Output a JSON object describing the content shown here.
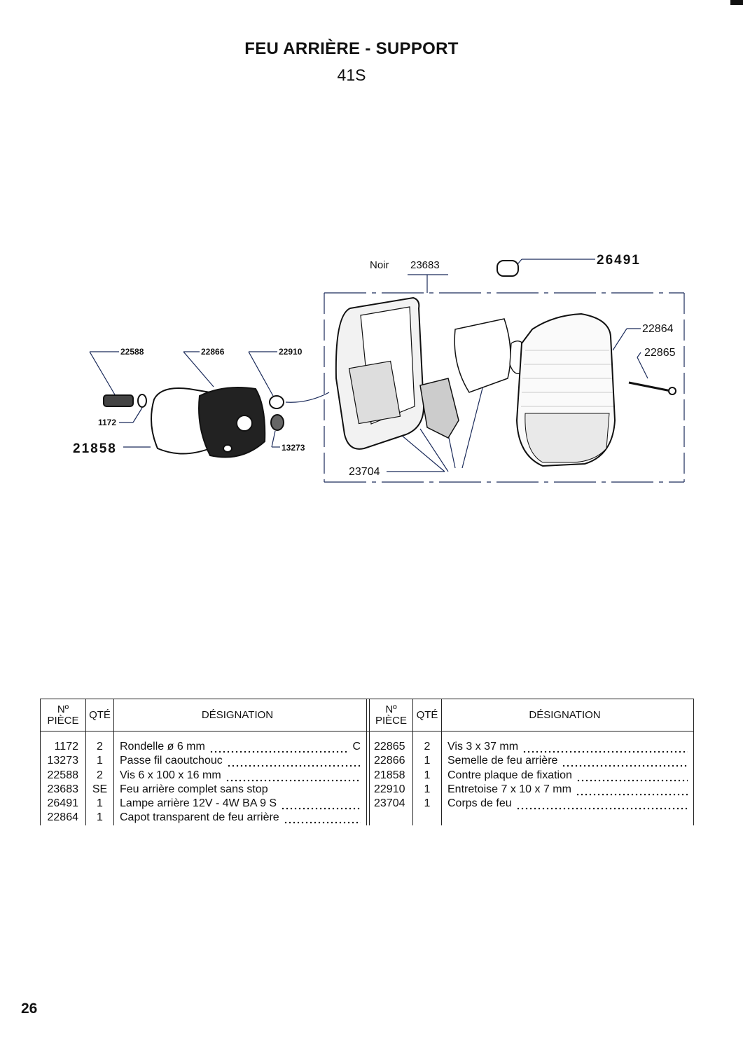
{
  "header": {
    "title": "FEU ARRIÈRE - SUPPORT",
    "model": "41S"
  },
  "diagram": {
    "labels": {
      "noir": "Noir",
      "p23683": "23683",
      "p26491": "26491",
      "p22864": "22864",
      "p22865": "22865",
      "p22588": "22588",
      "p22866": "22866",
      "p22910": "22910",
      "p1172": "1172",
      "p21858": "21858",
      "p13273": "13273",
      "p23704": "23704"
    }
  },
  "table": {
    "headers": {
      "no_line1": "Nº",
      "no_line2": "PIÈCE",
      "qty": "QTÉ",
      "designation": "DÉSIGNATION"
    },
    "left": [
      {
        "no": "1172",
        "qty": "2",
        "designation": "Rondelle ø 6 mm",
        "suffix": "C"
      },
      {
        "no": "13273",
        "qty": "1",
        "designation": "Passe fil caoutchouc"
      },
      {
        "no": "22588",
        "qty": "2",
        "designation": "Vis 6 x 100 x 16 mm"
      },
      {
        "no": "23683",
        "qty": "SE",
        "designation": "Feu arrière complet sans stop"
      },
      {
        "no": "26491",
        "qty": "1",
        "designation": "Lampe arrière 12V - 4W BA 9 S"
      },
      {
        "no": "22864",
        "qty": "1",
        "designation": "Capot transparent de feu arrière"
      }
    ],
    "right": [
      {
        "no": "22865",
        "qty": "2",
        "designation": "Vis 3 x 37 mm"
      },
      {
        "no": "22866",
        "qty": "1",
        "designation": "Semelle de feu arrière"
      },
      {
        "no": "21858",
        "qty": "1",
        "designation": "Contre plaque de fixation"
      },
      {
        "no": "22910",
        "qty": "1",
        "designation": "Entretoise 7 x 10 x 7 mm"
      },
      {
        "no": "23704",
        "qty": "1",
        "designation": "Corps de feu"
      }
    ]
  },
  "footer": {
    "page_number": "26"
  }
}
